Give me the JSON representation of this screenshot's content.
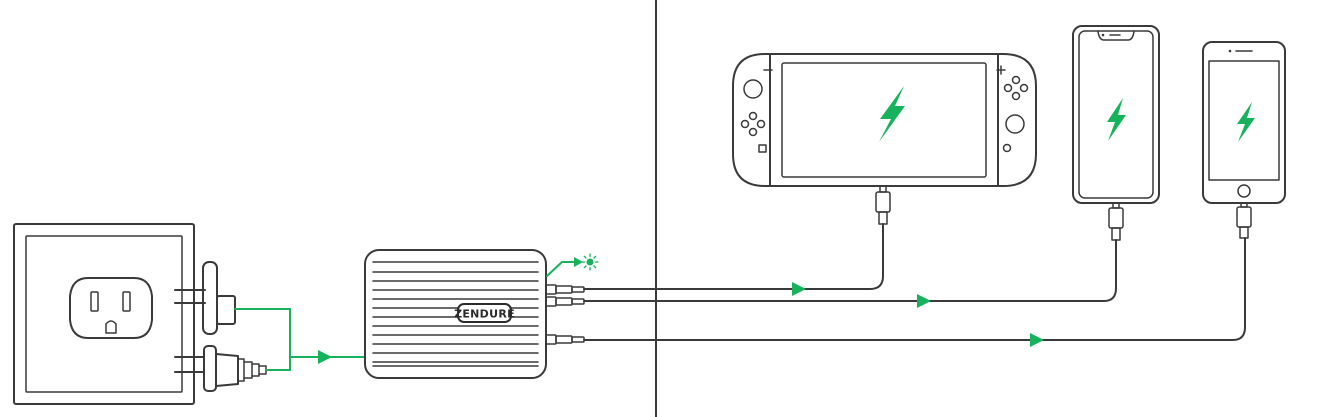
{
  "charger": {
    "brand": "ZENDURE"
  },
  "colors": {
    "accent": "#16b35c",
    "stroke": "#3a3a3a",
    "background": "#ffffff"
  },
  "icons": [
    "wall-outlet-icon",
    "power-plug-icon",
    "charger-icon",
    "led-indicator-icon",
    "game-console-icon",
    "phone-icon",
    "charging-bolt-icon",
    "flow-arrow-icon"
  ],
  "devices": [
    "game-console",
    "phone-x",
    "phone-classic"
  ]
}
